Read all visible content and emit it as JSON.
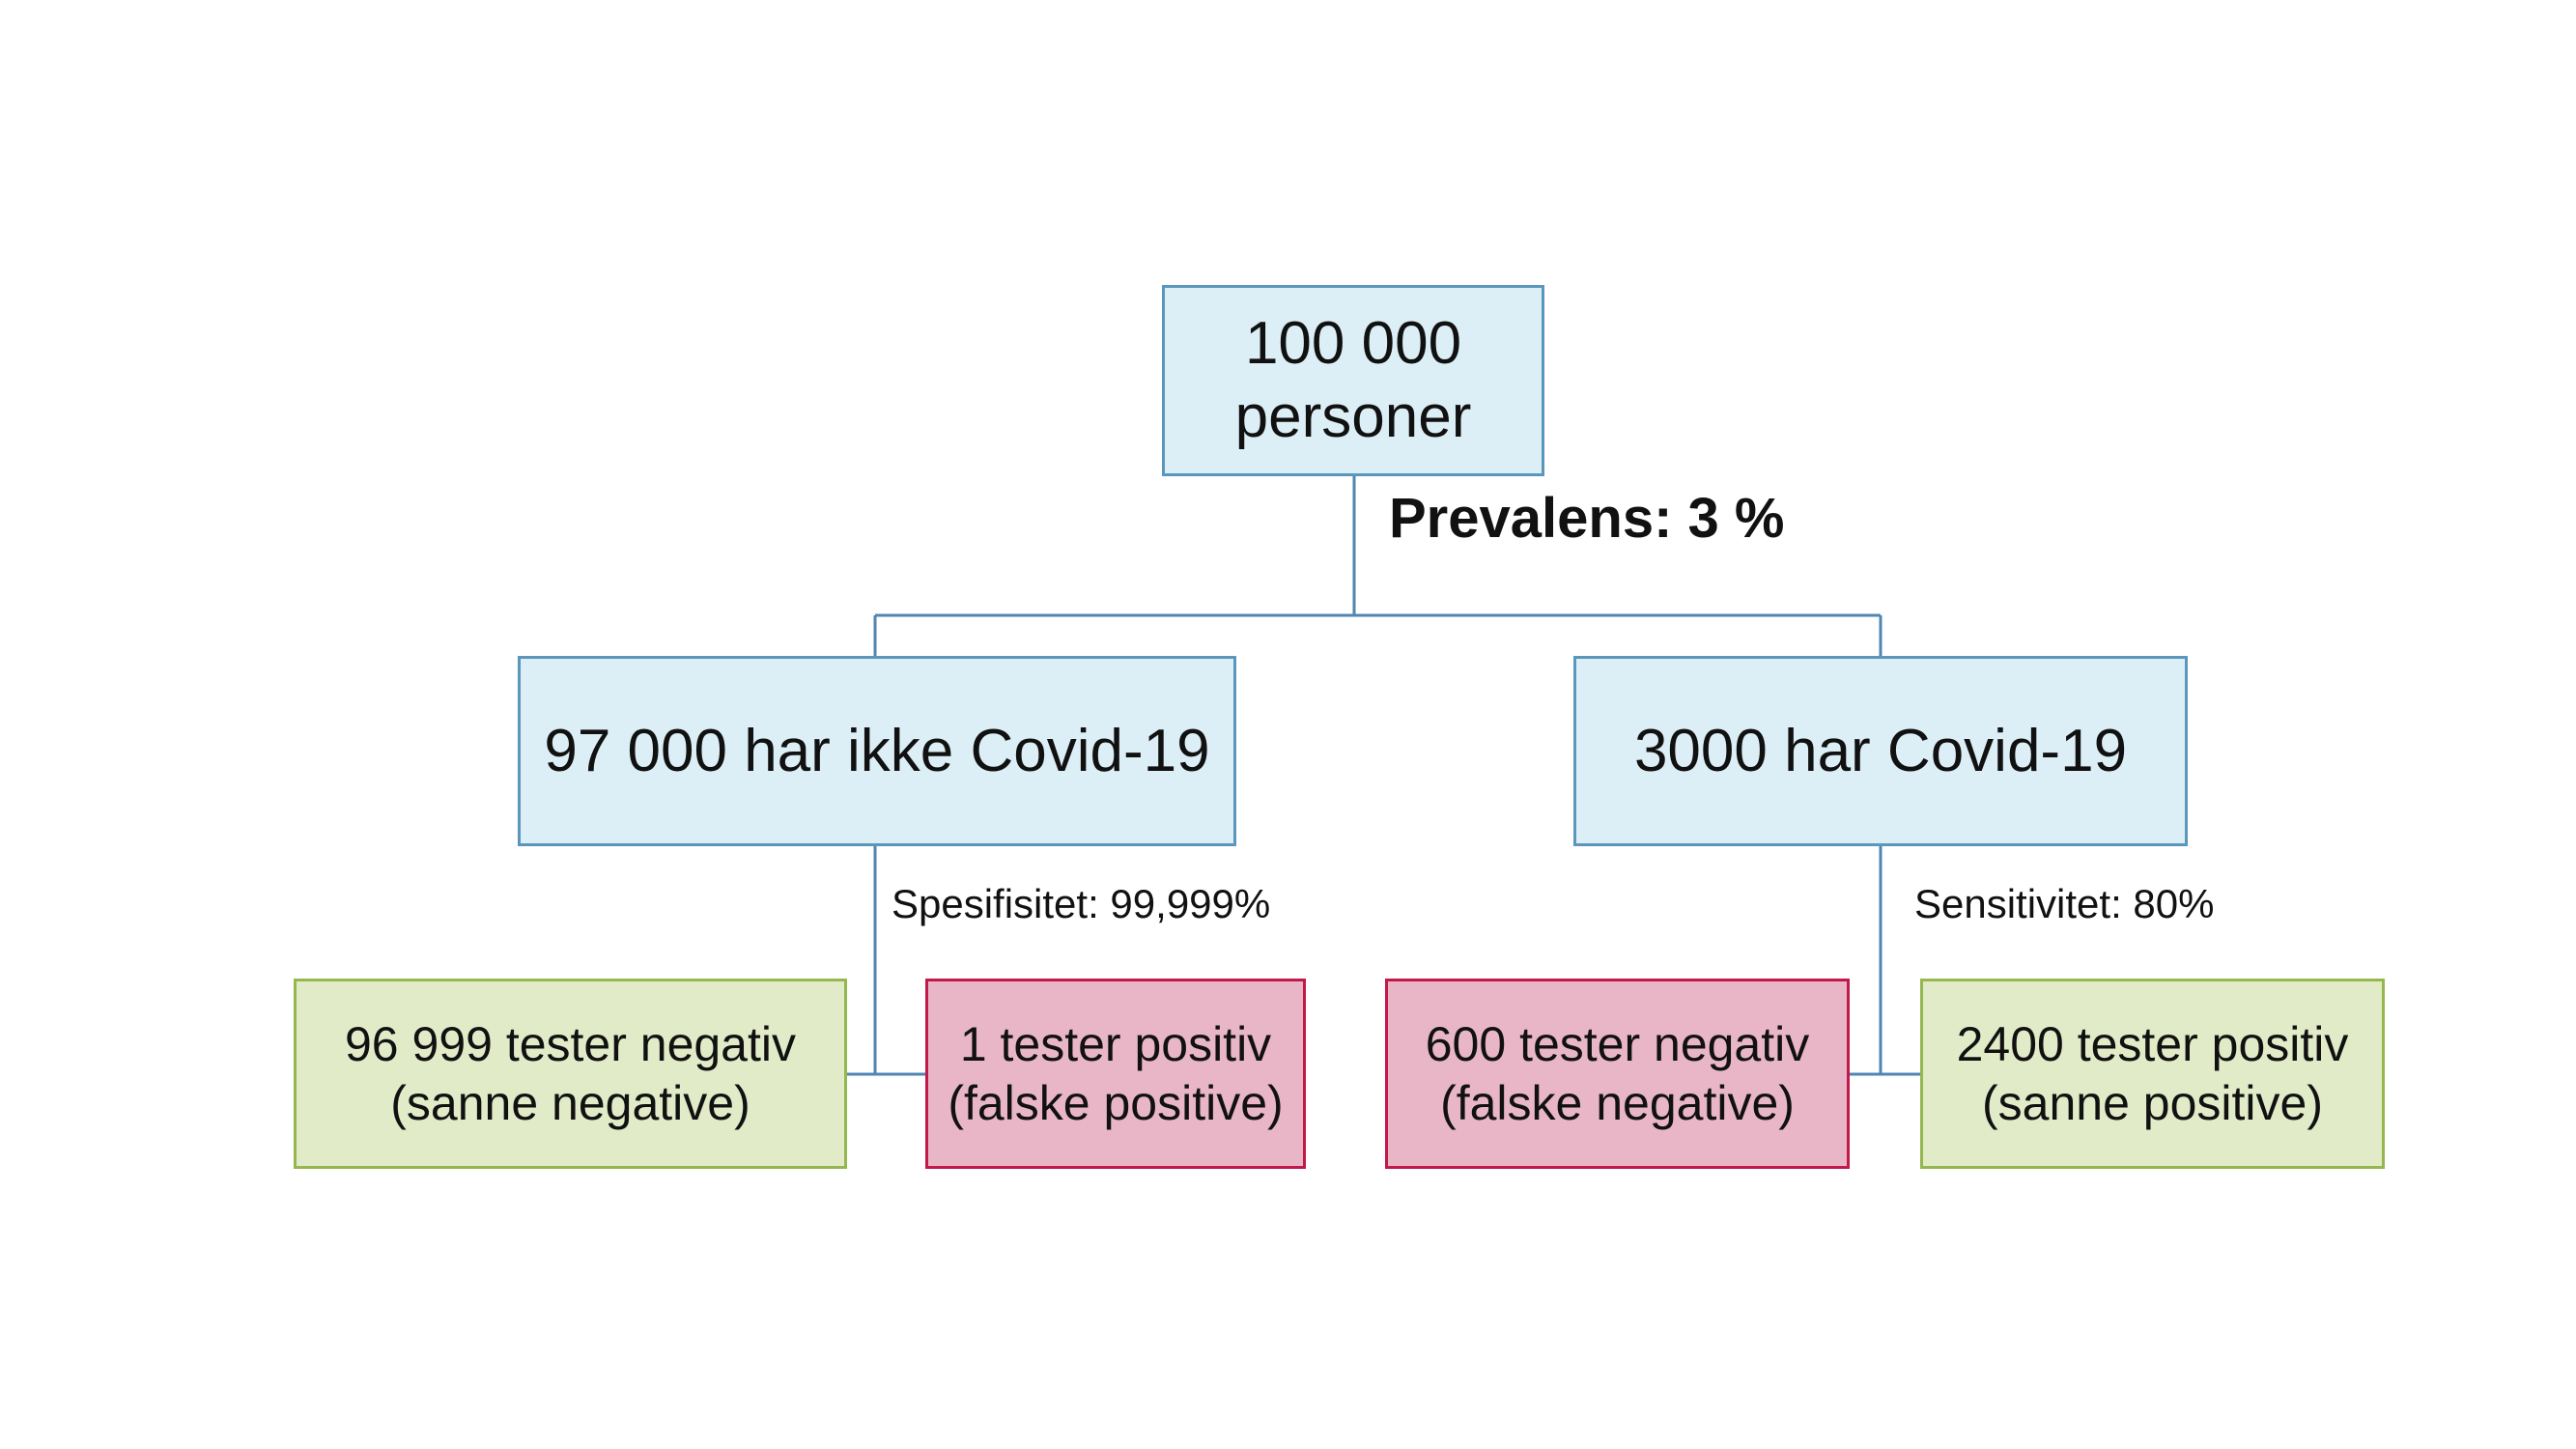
{
  "root": {
    "line1": "100 000",
    "line2": "personer"
  },
  "prevalence_label": "Prevalens: 3 %",
  "left_group": {
    "label": "97 000 har ikke Covid-19",
    "edge_label": "Spesifisitet: 99,999%",
    "negative": {
      "line1": "96 999 tester negativ",
      "line2": "(sanne negative)"
    },
    "positive": {
      "line1": "1 tester positiv",
      "line2": "(falske positive)"
    }
  },
  "right_group": {
    "label": "3000 har Covid-19",
    "edge_label": "Sensitivitet: 80%",
    "negative": {
      "line1": "600 tester negativ",
      "line2": "(falske negative)"
    },
    "positive": {
      "line1": "2400 tester positiv",
      "line2": "(sanne positive)"
    }
  },
  "colors": {
    "group_fill": "#dceff6",
    "group_border": "#5b96bd",
    "true_result_fill": "#e2ebc8",
    "true_result_border": "#94b84f",
    "false_result_fill": "#e9b6c8",
    "false_result_border": "#c2184a",
    "connector": "#4f86b3"
  }
}
